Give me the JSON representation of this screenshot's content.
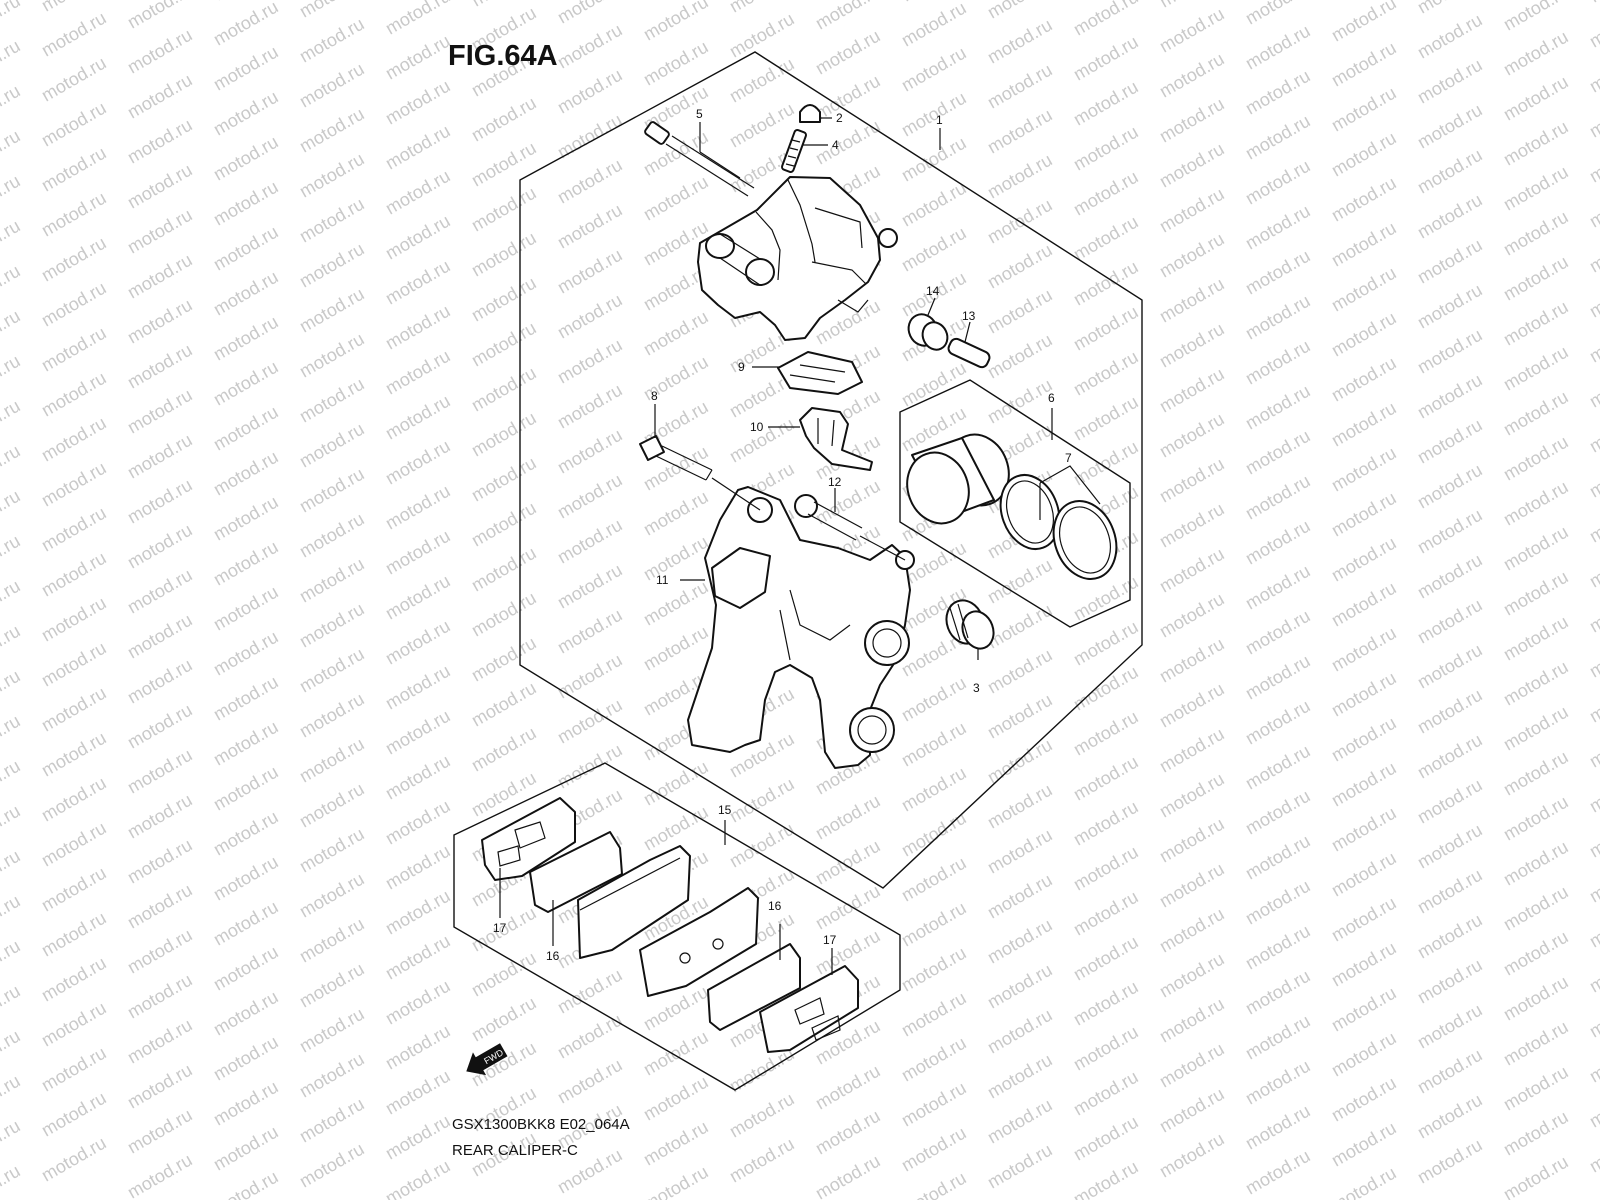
{
  "figure": {
    "title": "FIG.64A",
    "model_code": "GSX1300BKK8 E02_064A",
    "group_name": "REAR CALIPER-C"
  },
  "watermark": {
    "text": "motod.ru"
  },
  "callouts": {
    "c1": "1",
    "c2": "2",
    "c3": "3",
    "c4": "4",
    "c5": "5",
    "c6": "6",
    "c7": "7",
    "c8": "8",
    "c9": "9",
    "c10": "10",
    "c11": "11",
    "c12": "12",
    "c13": "13",
    "c14": "14",
    "c15": "15",
    "c16a": "16",
    "c16b": "16",
    "c17a": "17",
    "c17b": "17"
  },
  "direction_icon": {
    "label": "FWD",
    "icon": "forward-arrow-icon"
  },
  "colors": {
    "ink": "#111111",
    "watermark": "#c9c9c9",
    "background": "#ffffff"
  }
}
